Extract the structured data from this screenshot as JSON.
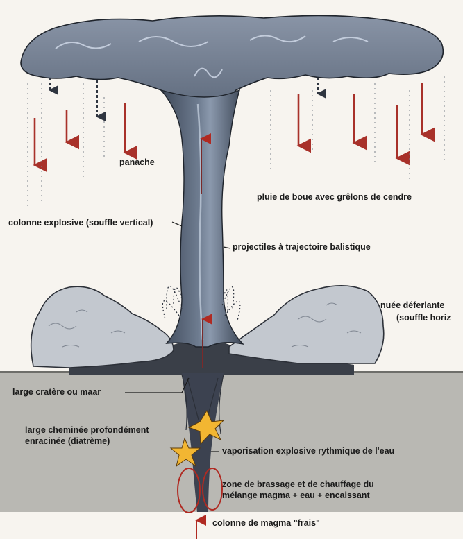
{
  "labels": {
    "panache": "panache",
    "pluie": "pluie de boue avec grêlons de cendre",
    "colonne_explosive": "colonne explosive (souffle vertical)",
    "projectiles": "projectiles à trajectoire balistique",
    "nuee_line1": "nuée déferlante",
    "nuee_line2": "(souffle horiz",
    "cratere": "large cratère ou maar",
    "cheminee_line1": "large cheminée profondément",
    "cheminee_line2": "enracinée (diatrème)",
    "vaporisation": "vaporisation explosive rythmique de l'eau",
    "zone_line1": "zone de brassage et de chauffage du",
    "zone_line2": "mélange magma + eau + encaissant",
    "magma": "colonne de magma \"frais\""
  },
  "colors": {
    "background": "#f7f4ef",
    "ground": "#b9b8b3",
    "plume": "#4e5a6b",
    "plume_highlight": "#c9d4e2",
    "surge_cloud": "#c3c8cf",
    "rain_arrow": "#a8312a",
    "magma_ring": "#b02a22",
    "star": "#f2b632"
  }
}
